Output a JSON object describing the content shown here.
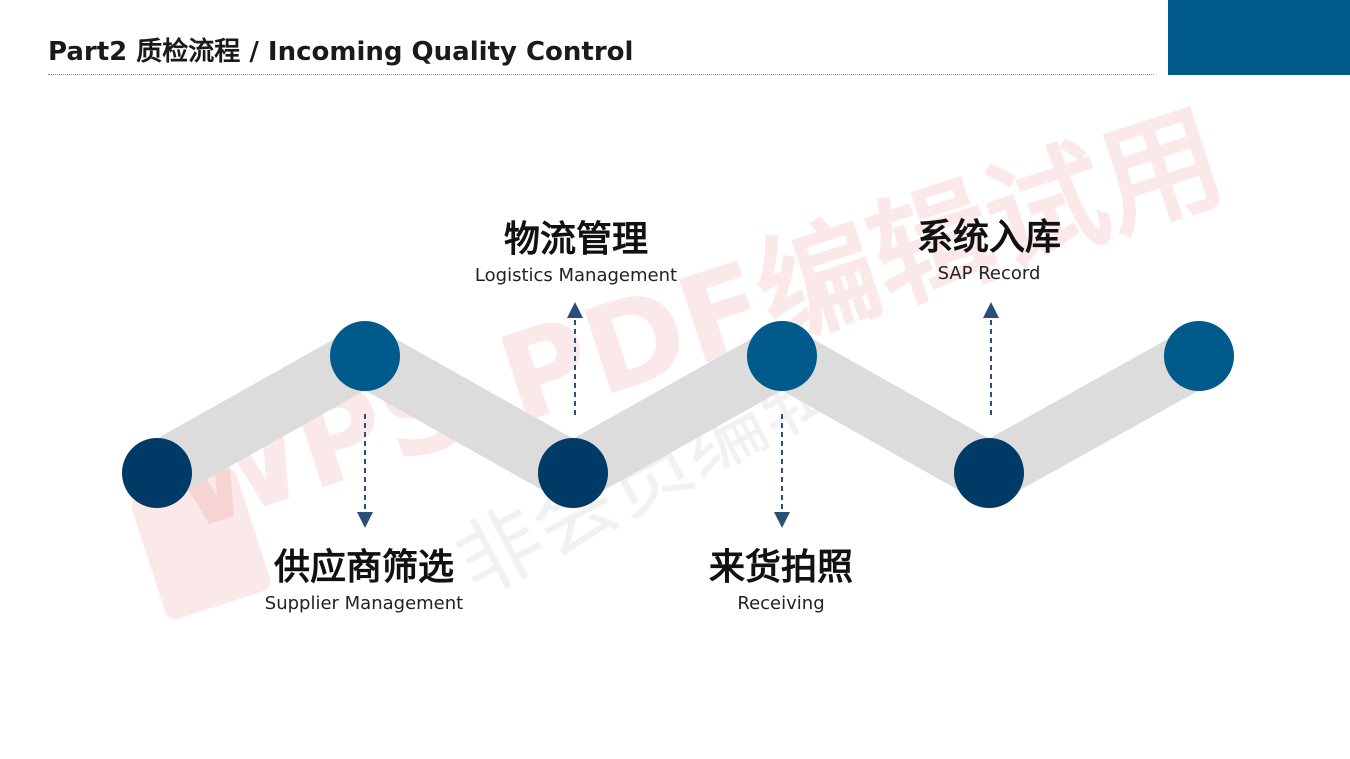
{
  "header": {
    "title": "Part2  质检流程 / Incoming Quality Control"
  },
  "colors": {
    "accent": "#005a8c",
    "node_light": "#005a8c",
    "node_dark": "#003a66",
    "track": "#dcdcdc",
    "arrow": "#2b4f77"
  },
  "watermark": {
    "text": "WPS PDF编辑试用",
    "text2": "非会员编辑"
  },
  "steps": [
    {
      "title": "供应商筛选",
      "subtitle": "Supplier Management"
    },
    {
      "title": "物流管理",
      "subtitle": "Logistics Management"
    },
    {
      "title": "来货拍照",
      "subtitle": "Receiving"
    },
    {
      "title": "系统入库",
      "subtitle": "SAP Record"
    }
  ]
}
